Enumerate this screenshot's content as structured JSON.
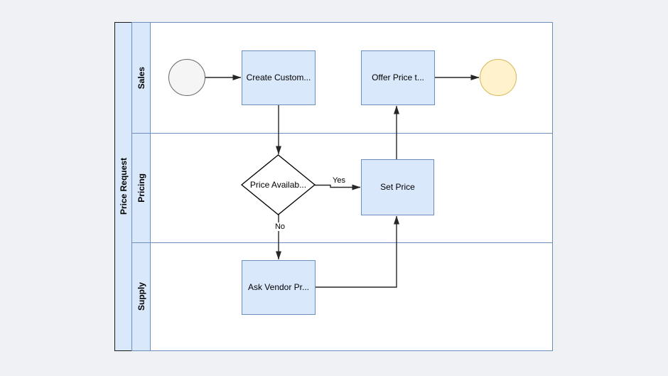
{
  "diagram": {
    "pool": {
      "title": "Price Request",
      "lanes": [
        {
          "label": "Sales"
        },
        {
          "label": "Pricing"
        },
        {
          "label": "Supply"
        }
      ]
    },
    "nodes": {
      "start_event": {
        "kind": "start-event"
      },
      "create_customer": {
        "label": "Create Custom..."
      },
      "offer_price": {
        "label": "Offer Price t..."
      },
      "end_event": {
        "kind": "end-event"
      },
      "price_available_gateway": {
        "label": "Price Availab..."
      },
      "set_price": {
        "label": "Set Price"
      },
      "ask_vendor": {
        "label": "Ask Vendor Pr..."
      }
    },
    "edge_labels": {
      "yes": "Yes",
      "no": "No"
    },
    "colors": {
      "page_background": "#eff1f5",
      "pool_stroke": "#1a1a1a",
      "lane_fill": "#dae8fc",
      "lane_stroke": "#6c8ebf",
      "task_fill": "#dae8fc",
      "task_stroke": "#6c8ebf",
      "start_event_fill": "#f5f5f5",
      "start_event_stroke": "#666666",
      "end_event_fill": "#fff2cc",
      "end_event_stroke": "#d6b656",
      "gateway_fill": "#ffffff",
      "gateway_stroke": "#000000",
      "edge_stroke": "#262626"
    }
  }
}
